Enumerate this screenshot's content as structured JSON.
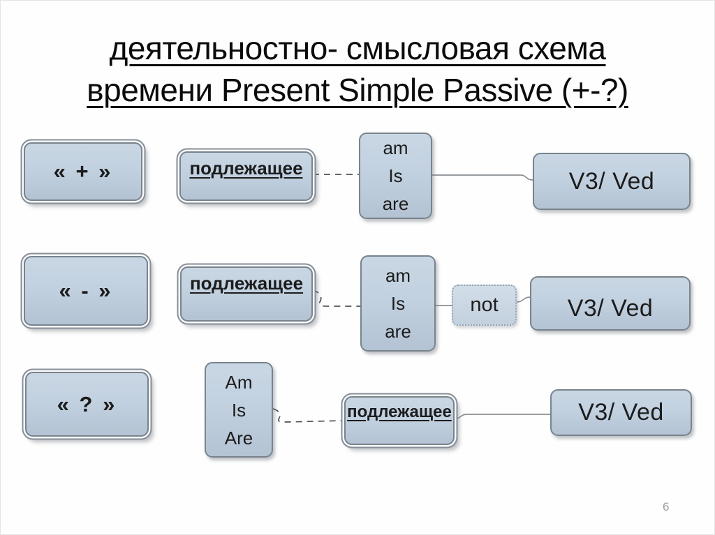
{
  "slide": {
    "title_line1": "деятельностно- смысловая схема",
    "title_line2": "времени Present Simple Passive (+-?)",
    "page_number": "6"
  },
  "rows": [
    {
      "sign": "« + »",
      "subject": "подлежащее",
      "verb": [
        "am",
        "Is",
        "are"
      ],
      "result": "V3/ Ved"
    },
    {
      "sign": "« - »",
      "subject": "подлежащее",
      "verb": [
        "am",
        "Is",
        "are"
      ],
      "negation": "not",
      "result": "V3/ Ved"
    },
    {
      "sign": "« ? »",
      "verb": [
        "Am",
        "Is",
        "Are"
      ],
      "subject": "подлежащее",
      "result": "V3/ Ved"
    }
  ],
  "colors": {
    "box_fill_top": "#c9d7e4",
    "box_fill_bottom": "#b3c3d3",
    "box_border": "#79838c",
    "dashed_connector": "#4f5357",
    "solid_connector": "#8a8e92",
    "title_text": "#0b0b0b",
    "box_text": "#1c1c1c",
    "page_number": "#9b9b9b",
    "background": "#fefefe"
  }
}
